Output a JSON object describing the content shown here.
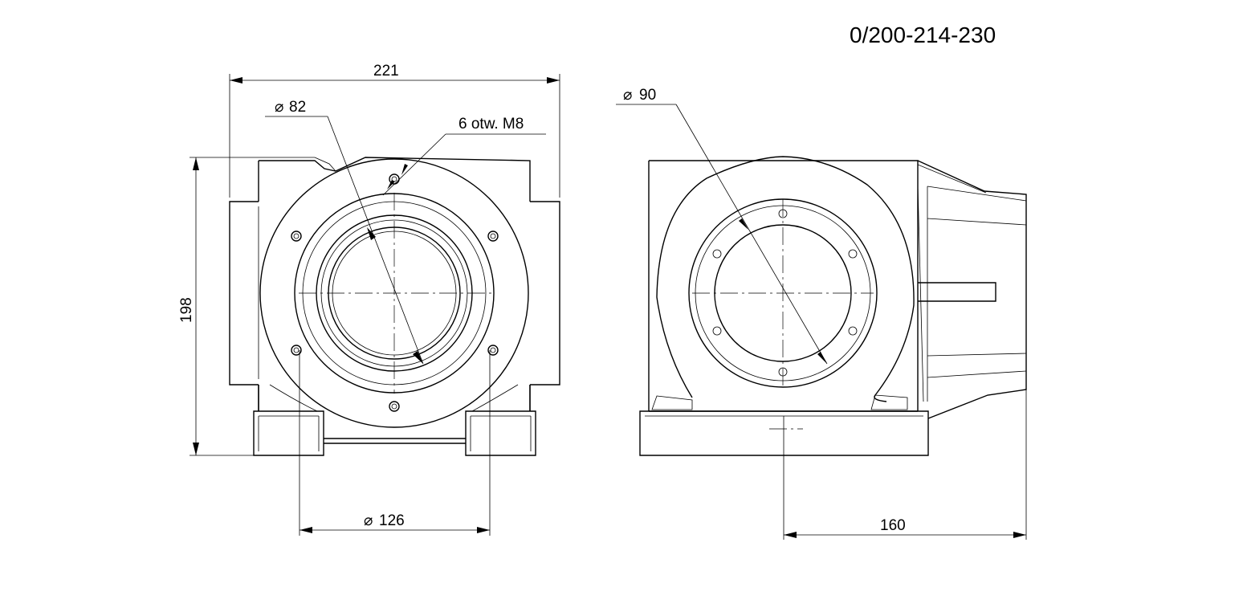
{
  "drawing_number": "0/200-214-230",
  "dimensions": {
    "overall_width": "221",
    "overall_height": "198",
    "bore_diameter": "82",
    "bolt_circle_left": "126",
    "flange_diameter": "90",
    "shaft_offset": "160"
  },
  "symbols": {
    "diameter": "⌀"
  },
  "notes": {
    "holes": "6 otw. M8"
  }
}
